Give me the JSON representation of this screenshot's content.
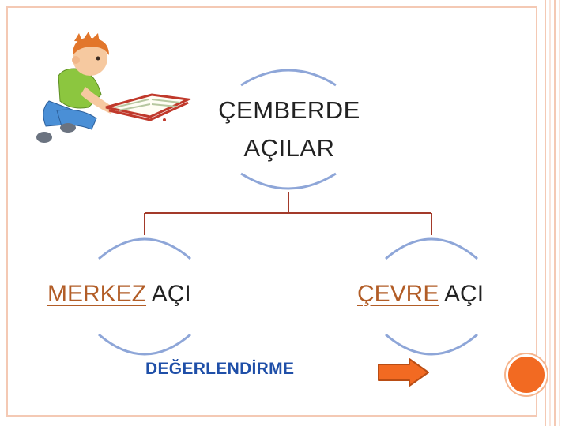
{
  "slide": {
    "title_lines": [
      "ÇEMBERDE",
      "AÇILAR"
    ],
    "left_node": {
      "link_text": "MERKEZ",
      "suffix": " AÇI"
    },
    "right_node": {
      "link_text": "ÇEVRE",
      "suffix": " AÇI"
    },
    "evaluation_label": "DEĞERLENDİRME"
  },
  "icons": {
    "illustration": "boy-reading-book-illustration",
    "next": "right-arrow-icon",
    "action": "orange-circle-button"
  },
  "colors": {
    "connector": "#a33a2a",
    "arc": "#8ea6d8",
    "link_text": "#b25d27",
    "evaluation_text": "#1f4fa8",
    "arrow_fill": "#f26a22",
    "border": "#f4c9b4"
  }
}
